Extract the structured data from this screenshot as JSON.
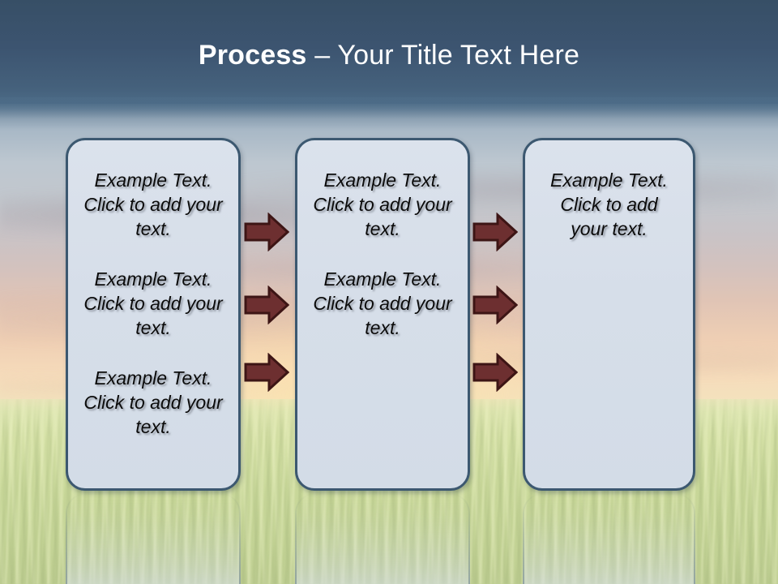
{
  "slide": {
    "title": {
      "bold_part": "Process",
      "rest_part": " – Your Title Text Here"
    },
    "theme": {
      "title_band_color": "#3c5470",
      "title_text_color": "#ffffff",
      "box_border_color": "#3c5870",
      "box_fill_color": "#d8e0ea",
      "arrow_fill_color": "#6d2f30",
      "arrow_outline_color": "#3d1515",
      "body_text_color": "#0b0b0b"
    },
    "background": {
      "description": "sunset-sky-over-grass-field-photo"
    }
  },
  "boxes": [
    {
      "id": "box-1",
      "paragraphs": [
        "Example Text. Click  to add your text.",
        "Example Text. Click  to add your text.",
        "Example Text. Click  to add your text."
      ]
    },
    {
      "id": "box-2",
      "paragraphs": [
        "Example Text. Click  to add your text.",
        "Example Text. Click  to add your text."
      ]
    },
    {
      "id": "box-3",
      "paragraphs": [
        "Example Text. Click  to add your text."
      ]
    }
  ],
  "arrows": {
    "icon_name": "right-block-arrow-icon",
    "columns": [
      {
        "id": "arrow-column-1",
        "between": "box-1-to-box-2",
        "count": 3
      },
      {
        "id": "arrow-column-2",
        "between": "box-2-to-box-3",
        "count": 3
      }
    ]
  }
}
